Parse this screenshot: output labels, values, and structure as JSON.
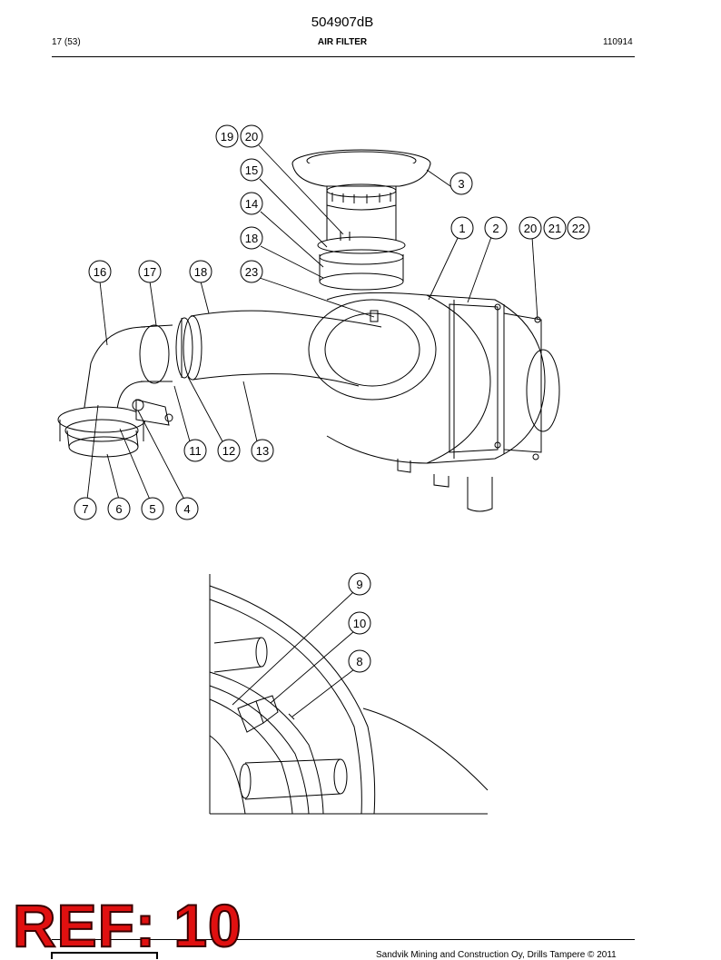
{
  "header": {
    "doc_number": "504907dB",
    "page": "17 (53)",
    "title": "AIR FILTER",
    "code": "110914"
  },
  "callouts": {
    "main": [
      "19",
      "20",
      "15",
      "14",
      "18",
      "23",
      "3",
      "1",
      "2",
      "20",
      "21",
      "22",
      "16",
      "17",
      "18",
      "11",
      "12",
      "13",
      "7",
      "6",
      "5",
      "4"
    ],
    "detail": [
      "9",
      "10",
      "8"
    ]
  },
  "stamp": {
    "text": "REF: 10",
    "color": "#e01010"
  },
  "footer": {
    "copyright": "Sandvik Mining and Construction Oy, Drills Tampere © 2011"
  },
  "logo": {
    "name": "sandvik-logo"
  }
}
